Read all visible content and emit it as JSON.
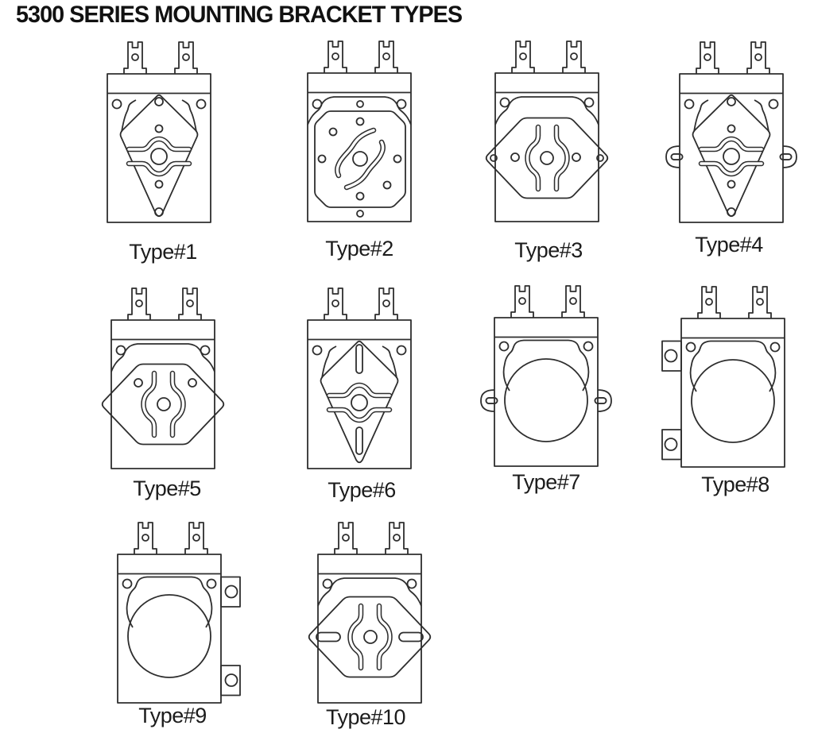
{
  "title": "5300 SERIES MOUNTING BRACKET TYPES",
  "colors": {
    "line": "#2e2e2e",
    "text": "#1c1c1c",
    "background": "#ffffff"
  },
  "figures": [
    {
      "id": "type-1",
      "label": "Type#1",
      "style": "diamond-plate"
    },
    {
      "id": "type-2",
      "label": "Type#2",
      "style": "octagon-swirl-plate"
    },
    {
      "id": "type-3",
      "label": "Type#3",
      "style": "hex-point-holes-plate"
    },
    {
      "id": "type-4",
      "label": "Type#4",
      "style": "diamond-plate-side-ears"
    },
    {
      "id": "type-5",
      "label": "Type#5",
      "style": "hex-wide-plate"
    },
    {
      "id": "type-6",
      "label": "Type#6",
      "style": "diamond-plate-vertical-slots"
    },
    {
      "id": "type-7",
      "label": "Type#7",
      "style": "round-can-side-ears"
    },
    {
      "id": "type-8",
      "label": "Type#8",
      "style": "round-can-left-tabs"
    },
    {
      "id": "type-9",
      "label": "Type#9",
      "style": "round-can-right-tabs"
    },
    {
      "id": "type-10",
      "label": "Type#10",
      "style": "hex-wing-slots-plate"
    }
  ]
}
